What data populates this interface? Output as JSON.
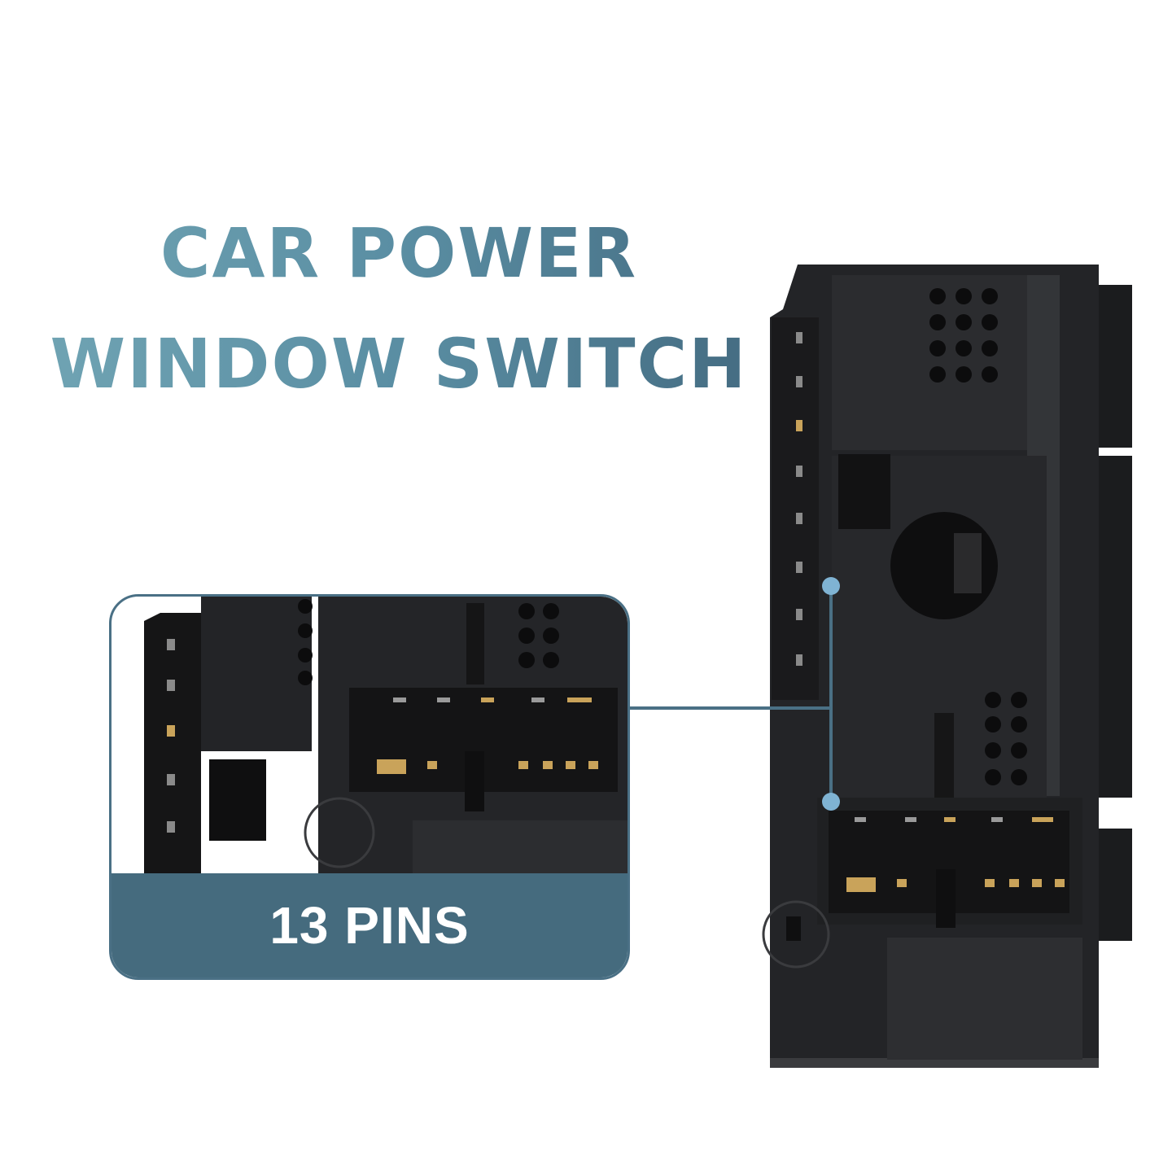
{
  "title": {
    "line1": "CAR POWER",
    "line2": "WINDOW SWITCH"
  },
  "callout": {
    "label": "13 PINS"
  },
  "colors": {
    "title_start": "#72a6b5",
    "title_end": "#42687e",
    "callout_bar": "#456b7e",
    "connector": "#4a7085",
    "marker": "#7fb3d3"
  },
  "product": {
    "description_icon": "window-switch-module-image",
    "pin_count": 13
  }
}
